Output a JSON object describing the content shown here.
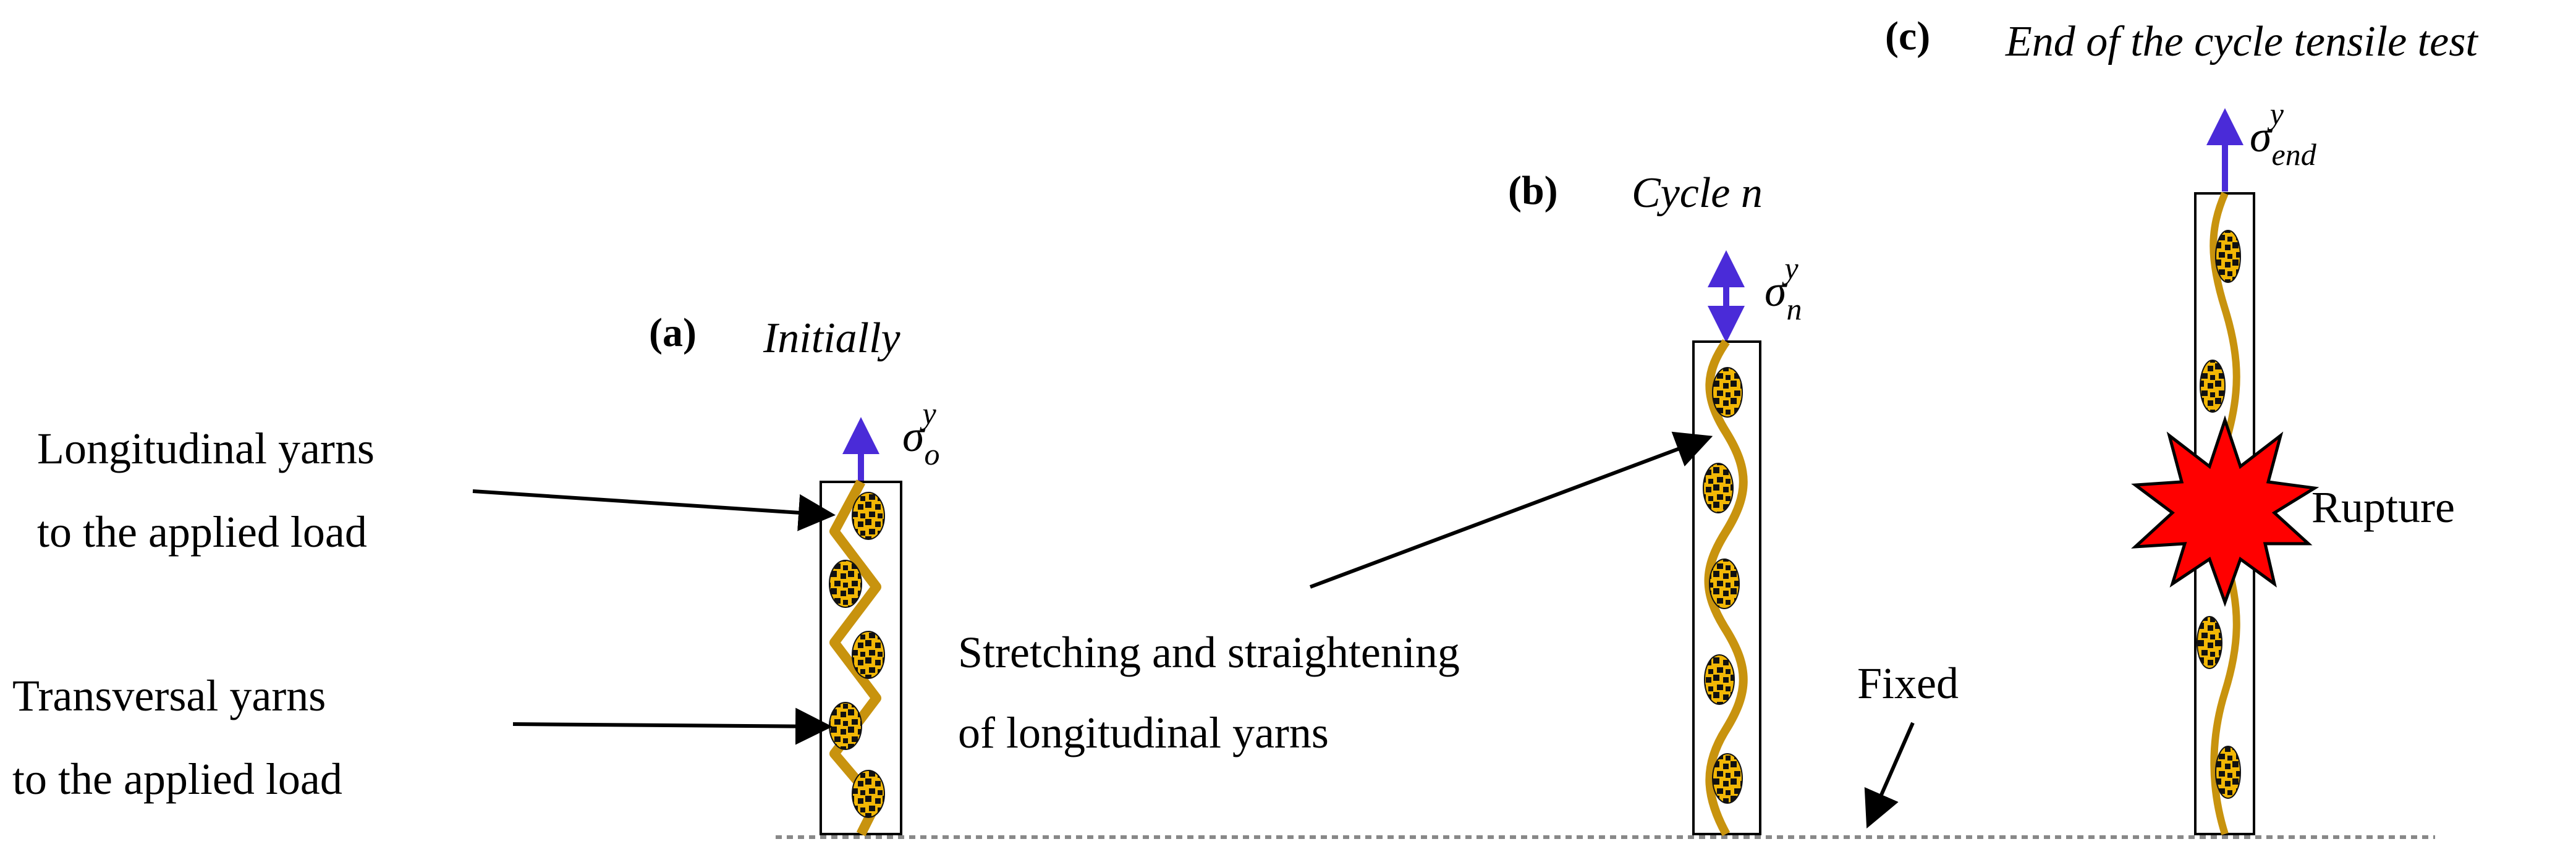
{
  "panels": {
    "a": {
      "tag": "(a)",
      "caption": "Initially",
      "stress": "σ",
      "stress_sub": "o",
      "stress_sup": "y"
    },
    "b": {
      "tag": "(b)",
      "caption": "Cycle n",
      "stress": "σ",
      "stress_sub": "n",
      "stress_sup": "y"
    },
    "c": {
      "tag": "(c)",
      "caption": "End of the cycle tensile test",
      "stress": "σ",
      "stress_sub": "end",
      "stress_sup": "y"
    }
  },
  "labels": {
    "longitudinal_line1": "Longitudinal yarns",
    "longitudinal_line2": "to the applied load",
    "transversal_line1": "Transversal yarns",
    "transversal_line2": "to the applied load",
    "stretching_line1": "Stretching and straightening",
    "stretching_line2": "of longitudinal yarns",
    "fixed": "Fixed",
    "rupture": "Rupture"
  },
  "colors": {
    "load_arrow": "#4a2bd8",
    "yarn": "#c8930e",
    "transverse_fill": "#f2b705",
    "transverse_pattern": "#111111",
    "rupture": "#ff0000",
    "ground": "#888888"
  }
}
